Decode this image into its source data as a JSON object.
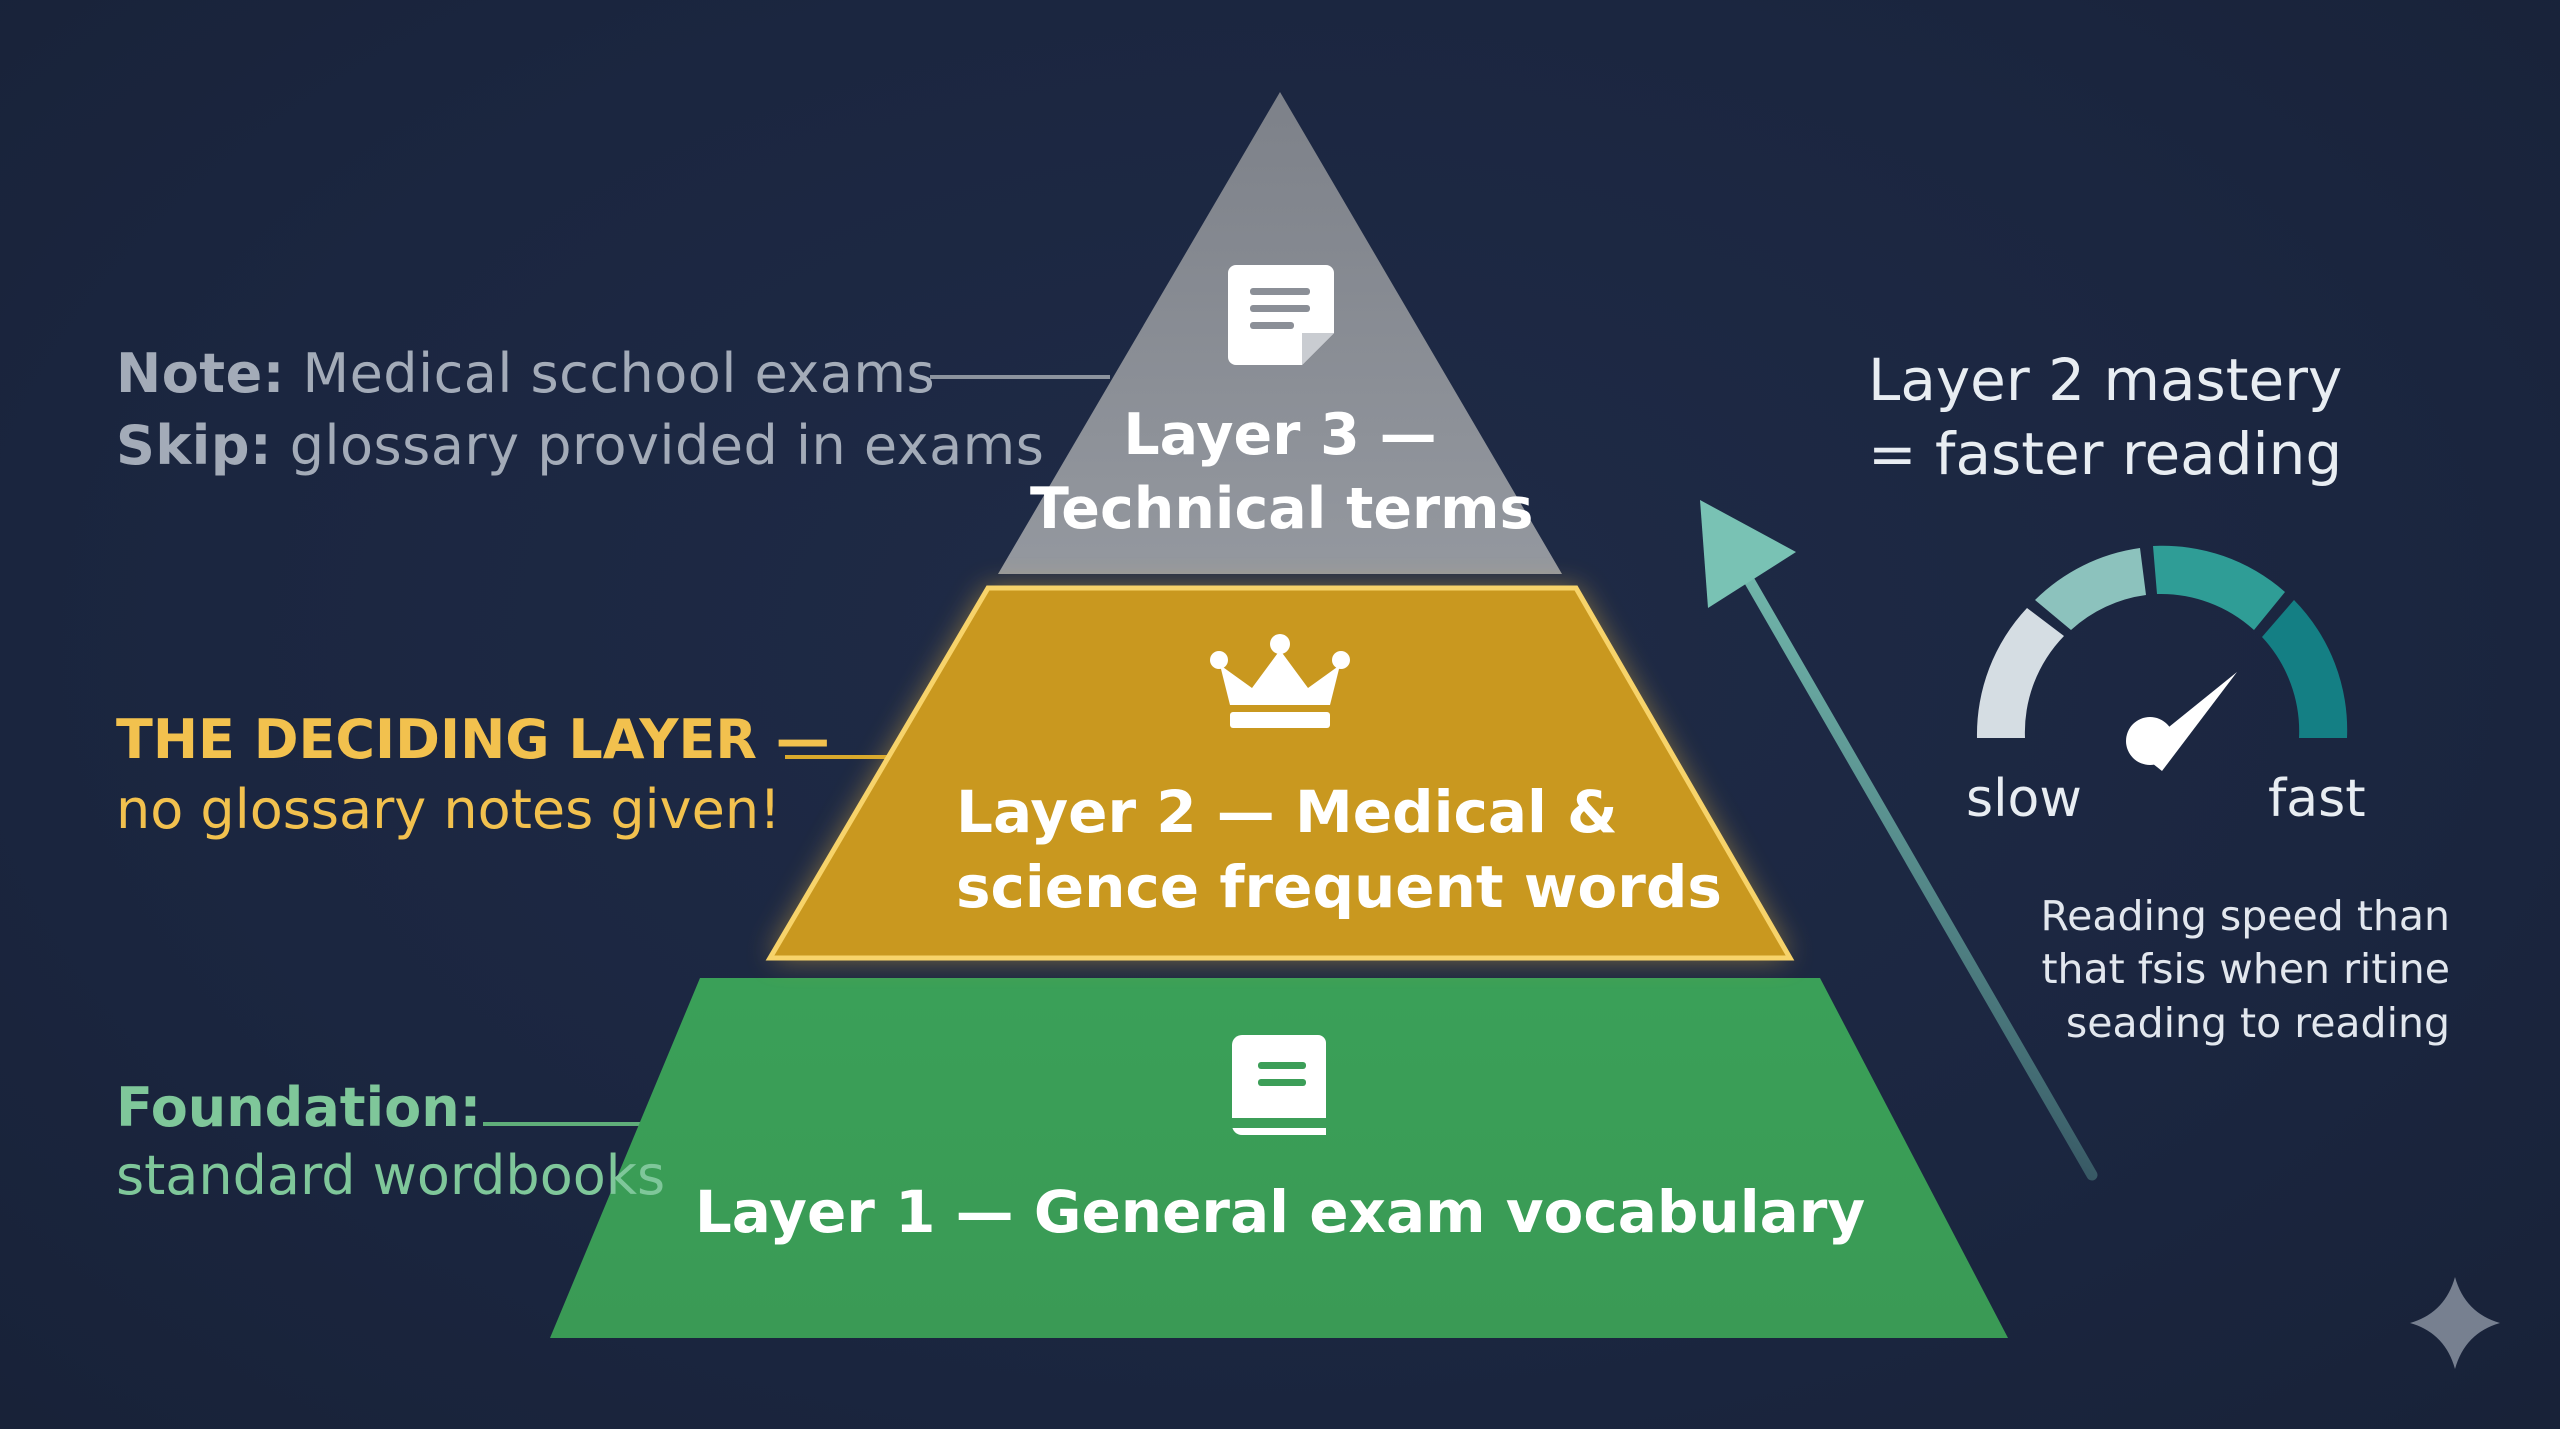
{
  "annotations": {
    "layer3_note_key": "Note:",
    "layer3_note_text": " Medical scchool exams",
    "layer3_skip_key": "Skip:",
    "layer3_skip_text": " glossary provided in exams",
    "layer2_title": "THE DECIDING LAYER —",
    "layer2_sub": "no glossary notes given!",
    "layer1_title": "Foundation:",
    "layer1_sub": "standard wordbooks"
  },
  "pyramid": {
    "layer3": {
      "line1": "Layer 3 —",
      "line2": "Technical terms",
      "icon": "document-icon",
      "color": "#8b8f97"
    },
    "layer2": {
      "line1": "Layer 2 — Medical &",
      "line2": "science frequent words",
      "icon": "crown-icon",
      "color": "#c9981f"
    },
    "layer1": {
      "line1": "Layer 1 — General exam vocabulary",
      "icon": "book-icon",
      "color": "#3c9e58"
    }
  },
  "right_panel": {
    "title_line1": "Layer 2 mastery",
    "title_line2": "= faster reading",
    "gauge_slow": "slow",
    "gauge_fast": "fast",
    "gauge_needle_level": 0.8,
    "desc_line1": "Reading speed than",
    "desc_line2": "that fsis when ritine",
    "desc_line3": "seading to reading"
  },
  "colors": {
    "background": "#1b2640",
    "accent_gold": "#f2c14e",
    "accent_green": "#7fc79a",
    "arrow_teal": "#6fb9ac"
  },
  "watermark_icon": "sparkle-icon"
}
